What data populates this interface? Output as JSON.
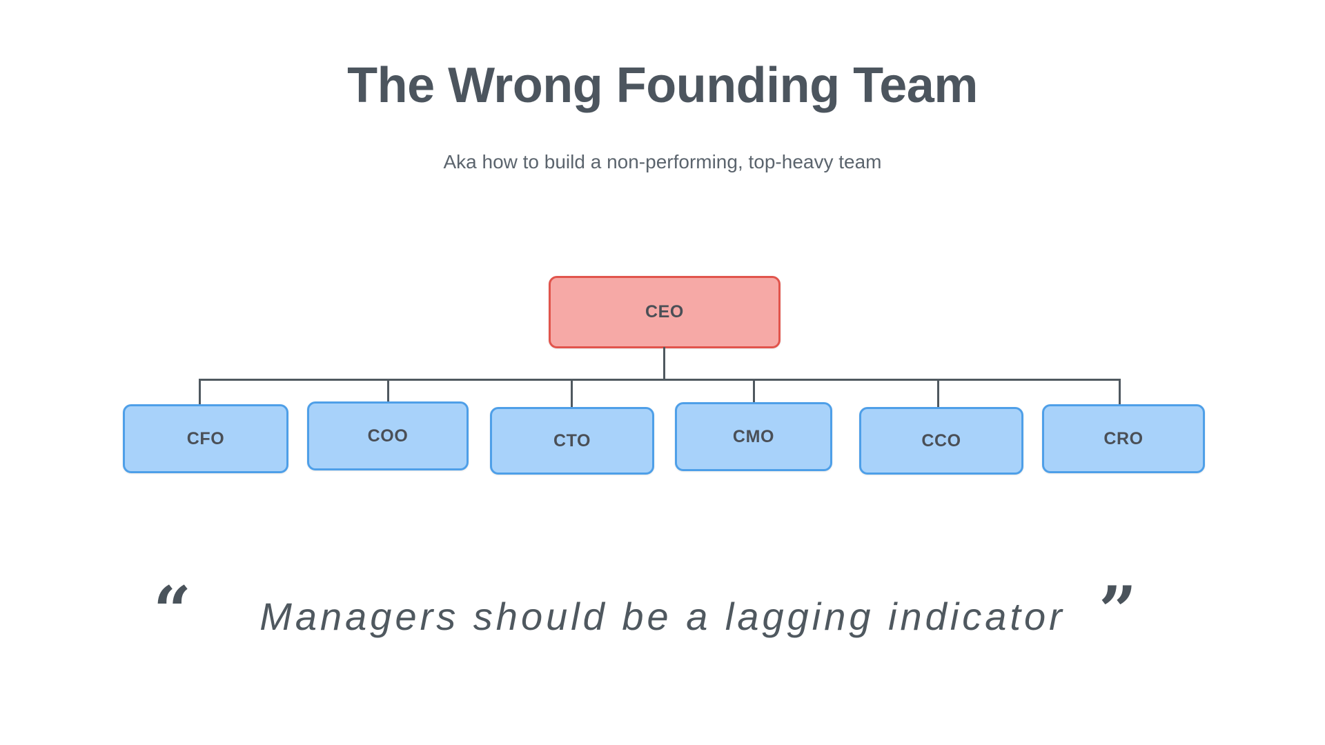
{
  "slide": {
    "title": "The Wrong Founding Team",
    "subtitle": "Aka how to build a non-performing, top-heavy team",
    "background_color": "#ffffff"
  },
  "org_chart": {
    "root": {
      "label": "CEO",
      "fill_color": "#f6a9a6",
      "border_color": "#e1544c",
      "text_color": "#4a4f56"
    },
    "children": [
      {
        "label": "CFO",
        "fill_color": "#a8d2fa",
        "border_color": "#4e9fe8",
        "text_color": "#4a4f56"
      },
      {
        "label": "COO",
        "fill_color": "#a8d2fa",
        "border_color": "#4e9fe8",
        "text_color": "#4a4f56"
      },
      {
        "label": "CTO",
        "fill_color": "#a8d2fa",
        "border_color": "#4e9fe8",
        "text_color": "#4a4f56"
      },
      {
        "label": "CMO",
        "fill_color": "#a8d2fa",
        "border_color": "#4e9fe8",
        "text_color": "#4a4f56"
      },
      {
        "label": "CCO",
        "fill_color": "#a8d2fa",
        "border_color": "#4e9fe8",
        "text_color": "#4a4f56"
      },
      {
        "label": "CRO",
        "fill_color": "#a8d2fa",
        "border_color": "#4e9fe8",
        "text_color": "#4a4f56"
      }
    ],
    "connector_color": "#4f585f"
  },
  "quote": {
    "text": "Managers should be a lagging indicator",
    "open_mark": "“",
    "close_mark": "”",
    "text_color": "#4f585f"
  }
}
